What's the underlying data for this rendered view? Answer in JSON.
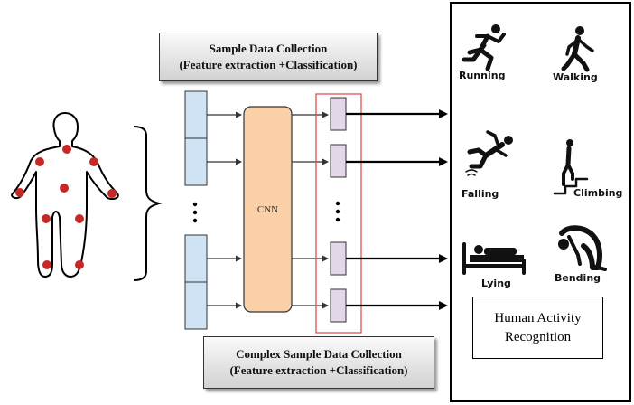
{
  "top_box": {
    "line1": "Sample Data Collection",
    "line2": "(Feature extraction +Classification)"
  },
  "bottom_box": {
    "line1": "Complex Sample Data Collection",
    "line2": "(Feature extraction +Classification)"
  },
  "cnn_label": "CNN",
  "output_box": {
    "line1": "Human Activity",
    "line2": "Recognition"
  },
  "activities": {
    "running": "Running",
    "walking": "Walking",
    "falling": "Falling",
    "climbing": "Climbing",
    "lying": "Lying",
    "bending": "Bending"
  },
  "colors": {
    "input_blocks": "#cfe3f5",
    "cnn_fill": "#fbd0a6",
    "output_blocks": "#e3d6e8",
    "output_frame": "#e05050",
    "sensor_dots": "#c62828"
  },
  "icons": [
    "human-body-outline-icon",
    "running-person-icon",
    "walking-person-icon",
    "falling-person-icon",
    "climbing-stairs-icon",
    "lying-bed-icon",
    "bending-person-icon"
  ]
}
